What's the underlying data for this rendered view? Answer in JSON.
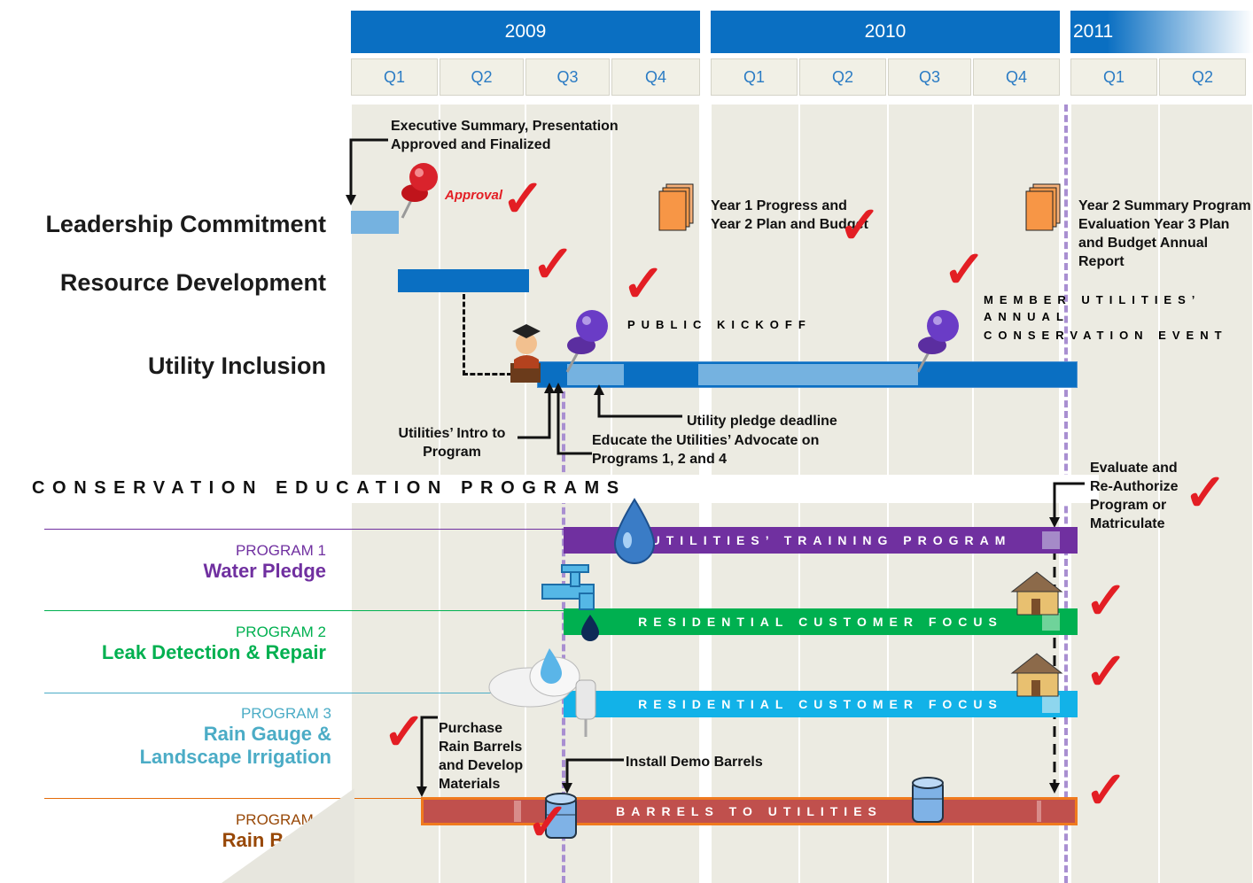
{
  "timeline": {
    "years": [
      "2009",
      "2010",
      "2011"
    ],
    "quarters": [
      "Q1",
      "Q2",
      "Q3",
      "Q4",
      "Q1",
      "Q2",
      "Q3",
      "Q4",
      "Q1",
      "Q2"
    ]
  },
  "rows": {
    "leadership": "Leadership Commitment",
    "resource": "Resource Development",
    "utility": "Utility Inclusion"
  },
  "notes": {
    "exec_summary": "Executive Summary, Presentation Approved and Finalized",
    "approval": "Approval",
    "year1": "Year 1 Progress and Year 2 Plan and Budget",
    "year2": "Year 2 Summary Program Evaluation Year 3 Plan and Budget Annual Report",
    "public_kickoff": "PUBLIC KICKOFF",
    "member_event_1": "MEMBER UTILITIES’",
    "member_event_2": "ANNUAL",
    "member_event_3": "CONSERVATION EVENT",
    "pledge_deadline": "Utility pledge deadline",
    "educate": "Educate the Utilities’ Advocate on Programs 1, 2 and 4",
    "intro": "Utilities’ Intro to Program",
    "evaluate": "Evaluate and Re-Authorize Program or Matriculate",
    "purchase": "Purchase Rain Barrels and Develop Materials",
    "install": "Install Demo Barrels"
  },
  "section_title": "CONSERVATION EDUCATION PROGRAMS",
  "programs": [
    {
      "number": "PROGRAM 1",
      "name": "Water Pledge",
      "bar": "UTILITIES’ TRAINING PROGRAM",
      "color": "#7030a0"
    },
    {
      "number": "PROGRAM 2",
      "name": "Leak Detection & Repair",
      "bar": "RESIDENTIAL CUSTOMER FOCUS",
      "color": "#00b050"
    },
    {
      "number": "PROGRAM 3",
      "name_line1": "Rain Gauge &",
      "name_line2": "Landscape Irrigation",
      "bar": "RESIDENTIAL CUSTOMER FOCUS",
      "color": "#4bacc6"
    },
    {
      "number": "PROGRAM 4",
      "name": "Rain Barrel",
      "bar": "BARRELS TO UTILITIES",
      "color": "#984807"
    }
  ]
}
